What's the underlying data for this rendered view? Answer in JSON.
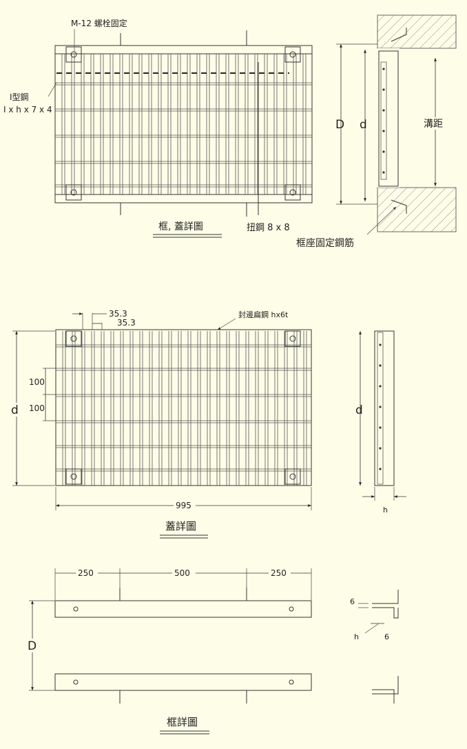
{
  "colors": {
    "background": "#fdfde8",
    "line": "#333333",
    "frame_face": "#f0f0f0"
  },
  "top_view": {
    "bolt_note": "M-12 螺栓固定",
    "ibeam_label": "I型鋼",
    "ibeam_size": "I x h x 7 x 4",
    "title": "框, 蓋詳圖",
    "twisted_steel": "扭鋼 8 x 8"
  },
  "side_top": {
    "D_label": "D",
    "d_label": "d",
    "ditch_label": "溝距",
    "anchor_label": "框座固定鋼筋"
  },
  "cover": {
    "pitch_1": "35.3",
    "pitch_2": "35.3",
    "edge_note": "封邊扁鋼  hx6t",
    "row_1": "100",
    "row_2": "100",
    "d_label": "d",
    "width": "995",
    "title": "蓋詳圖",
    "h_label": "h"
  },
  "frame": {
    "dim_left": "250",
    "dim_mid": "500",
    "dim_right": "250",
    "D_label": "D",
    "title": "框詳圖",
    "thick_1": "6",
    "h_label": "h",
    "thick_2": "6"
  }
}
